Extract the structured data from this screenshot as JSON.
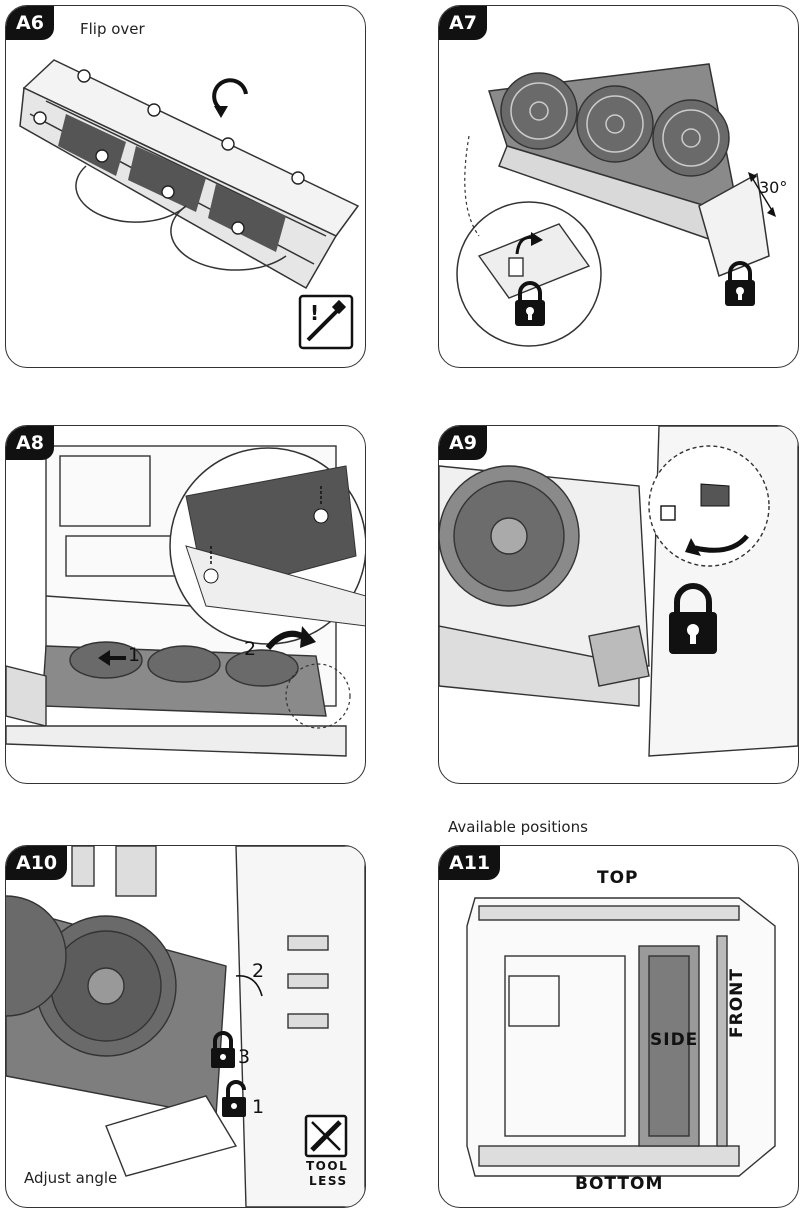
{
  "panels": {
    "a6": {
      "badge": "A6",
      "caption": "Flip over"
    },
    "a7": {
      "badge": "A7",
      "angle": "30°"
    },
    "a8": {
      "badge": "A8",
      "step1": "1",
      "step2": "2"
    },
    "a9": {
      "badge": "A9"
    },
    "a10": {
      "badge": "A10",
      "caption": "Adjust angle",
      "step1": "1",
      "step2": "2",
      "step3": "3",
      "tool_line1": "TOOL",
      "tool_line2": "LESS"
    },
    "a11": {
      "badge": "A11",
      "heading": "Available positions",
      "top": "TOP",
      "bottom": "BOTTOM",
      "side": "SIDE",
      "front": "FRONT"
    }
  },
  "icons": {
    "a6": [
      "rotate-arrow-icon",
      "screwdriver-warning-icon"
    ],
    "a7": [
      "padlock-locked-icon"
    ],
    "a8": [
      "curved-arrow-icon"
    ],
    "a9": [
      "padlock-locked-icon"
    ],
    "a10": [
      "padlock-locked-icon",
      "padlock-unlocked-icon",
      "toolless-icon"
    ]
  }
}
